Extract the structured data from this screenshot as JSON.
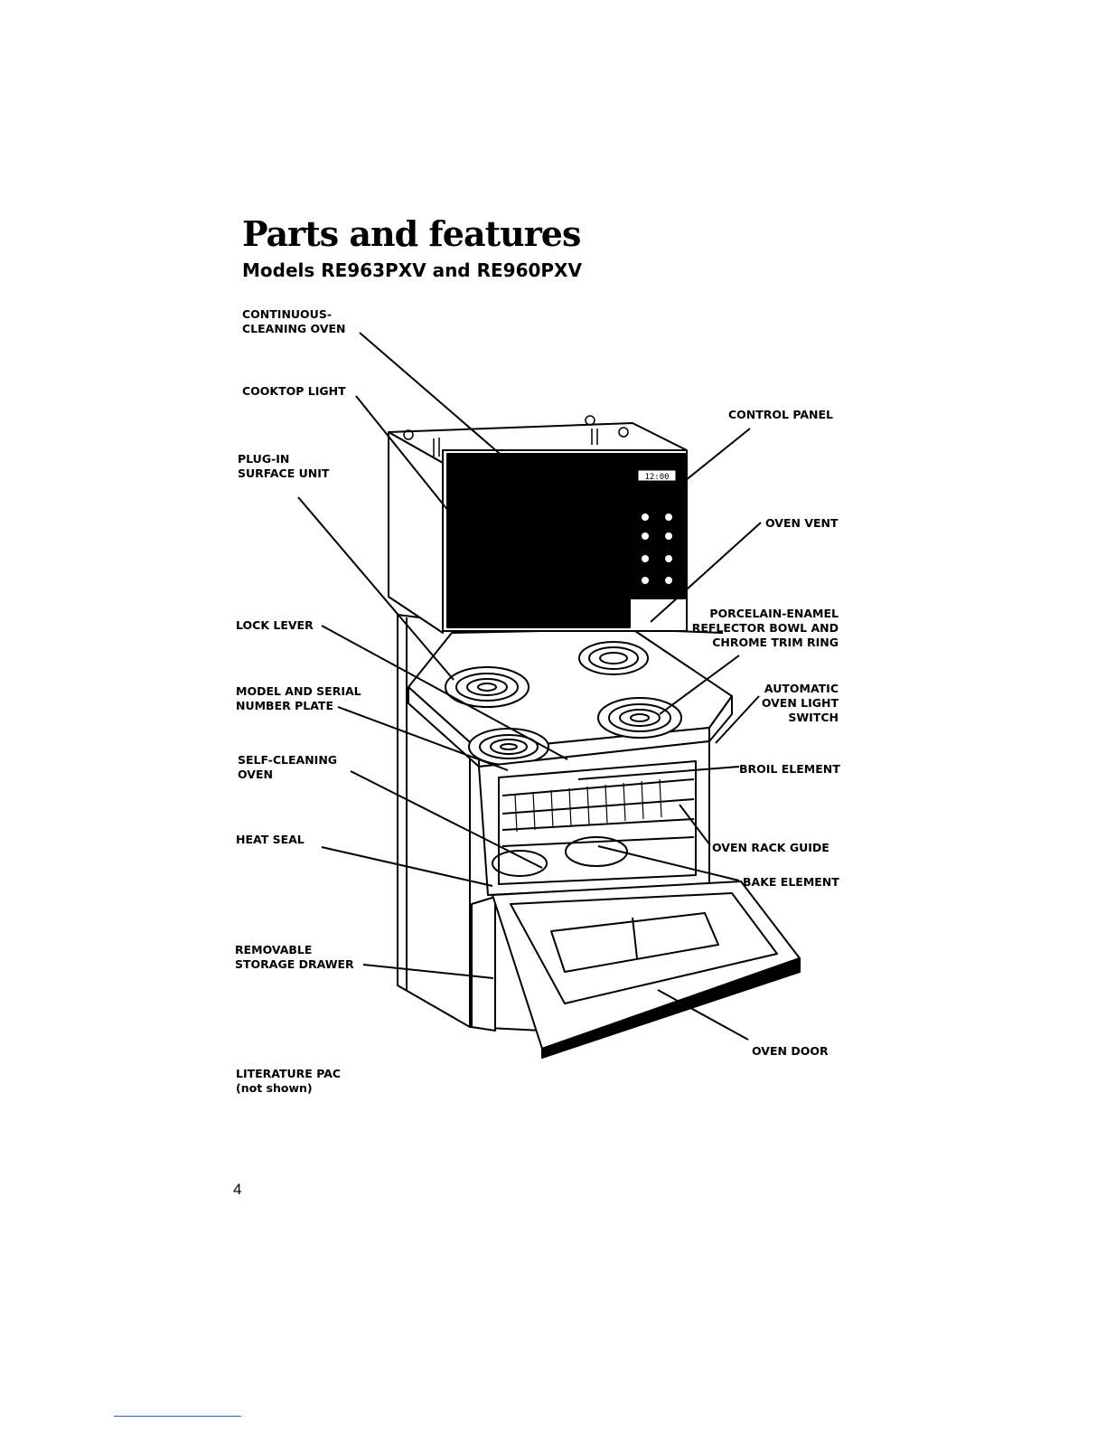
{
  "header": {
    "title": "Parts and features",
    "subtitle": "Models RE963PXV and RE960PXV"
  },
  "labels": {
    "continuous_cleaning_oven": "CONTINUOUS-\nCLEANING OVEN",
    "cooktop_light": "COOKTOP LIGHT",
    "plug_in_surface_unit": "PLUG-IN\nSURFACE UNIT",
    "lock_lever": "LOCK LEVER",
    "model_serial_plate": "MODEL AND SERIAL\nNUMBER PLATE",
    "self_cleaning_oven": "SELF-CLEANING\nOVEN",
    "heat_seal": "HEAT SEAL",
    "removable_storage_drawer": "REMOVABLE\nSTORAGE DRAWER",
    "control_panel": "CONTROL PANEL",
    "oven_vent": "OVEN VENT",
    "reflector_bowl": "PORCELAIN-ENAMEL\nREFLECTOR BOWL AND\nCHROME TRIM RING",
    "auto_oven_light": "AUTOMATIC\nOVEN LIGHT\nSWITCH",
    "broil_element": "BROIL ELEMENT",
    "oven_rack_guide": "OVEN RACK GUIDE",
    "bake_element": "BAKE ELEMENT",
    "oven_door": "OVEN DOOR"
  },
  "footnote": "LITERATURE PAC\n(not shown)",
  "clock_display": "12:00",
  "page_number": "4"
}
